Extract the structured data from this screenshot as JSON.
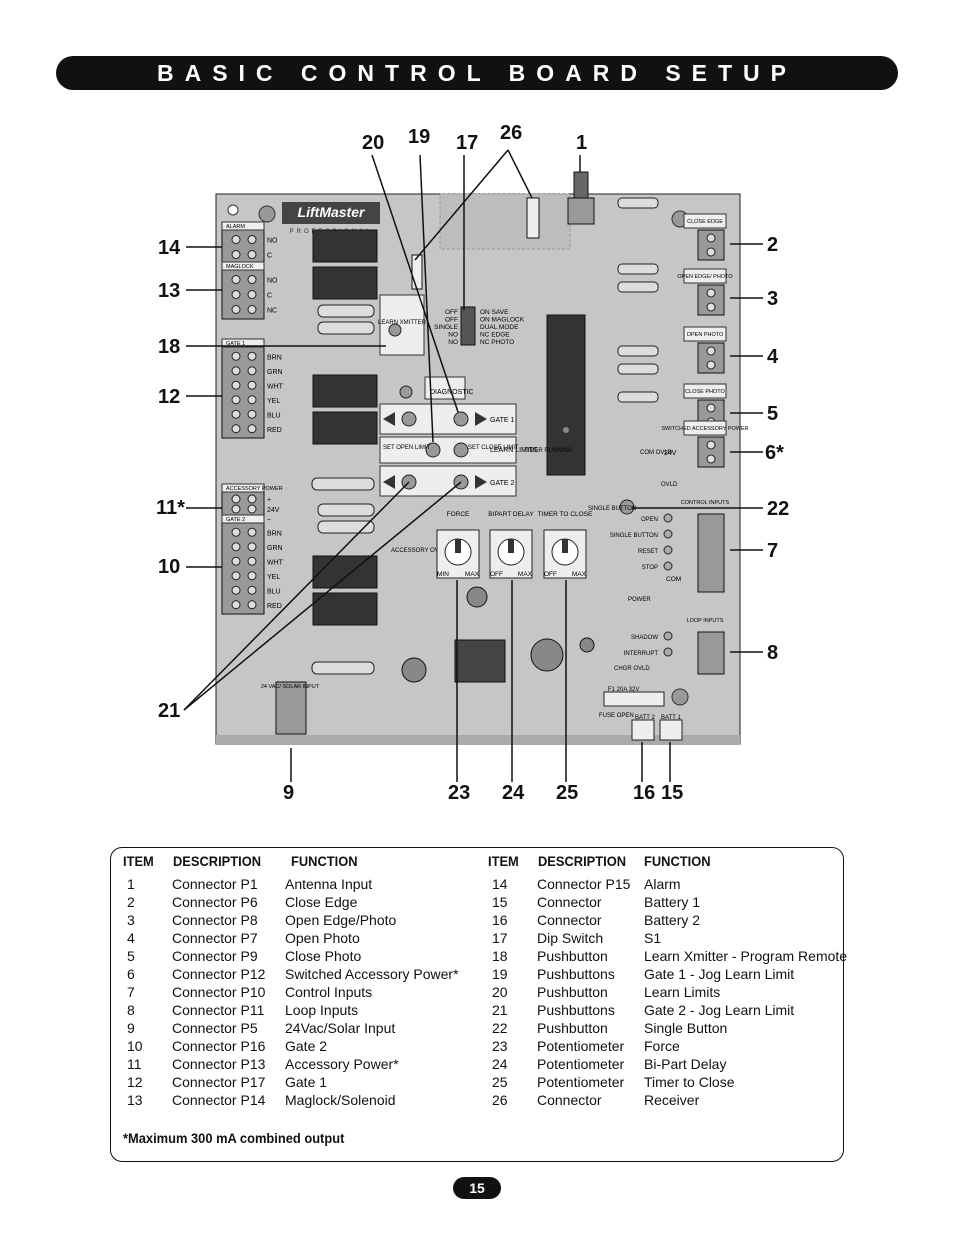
{
  "header": {
    "title": "BASIC CONTROL BOARD SETUP"
  },
  "board": {
    "brand": "LiftMaster",
    "brand_sub": "PROFESSIONAL",
    "left_groups": [
      {
        "title": "ALARM",
        "labels": [
          "NO",
          "C"
        ]
      },
      {
        "title": "MAGLOCK",
        "labels": [
          "NO",
          "C",
          "NC"
        ]
      },
      {
        "title": "GATE 1",
        "labels": [
          "BRN",
          "GRN",
          "WHT",
          "YEL",
          "BLU",
          "RED"
        ]
      },
      {
        "title": "ACCESSORY POWER",
        "labels": [
          "+",
          "24V",
          "−"
        ]
      },
      {
        "title": "GATE 2",
        "labels": [
          "BRN",
          "GRN",
          "WHT",
          "YEL",
          "BLU",
          "RED"
        ]
      }
    ],
    "right_connectors": [
      "CLOSE EDGE",
      "OPEN EDGE/ PHOTO",
      "OPEN PHOTO",
      "CLOSE PHOTO",
      "SWITCHED ACCESSORY POWER"
    ],
    "right_24v": "24V",
    "control_inputs_title": "CONTROL INPUTS",
    "control_inputs": [
      "OPEN",
      "SINGLE BUTTON",
      "RESET",
      "STOP"
    ],
    "com_label": "COM",
    "loop_inputs_title": "LOOP INPUTS",
    "loop_inputs": [
      "SHADOW",
      "INTERRUPT"
    ],
    "dip_switch": {
      "left": [
        "OFF",
        "OFF",
        "SINGLE",
        "NO",
        "NO"
      ],
      "right": [
        "ON   SAVE",
        "ON   MAGLOCK",
        "DUAL MODE",
        "NC   EDGE",
        "NC   PHOTO"
      ]
    },
    "buttons": {
      "learn_xmitter": "LEARN XMITTER",
      "diagnostic": "DIAGNOSTIC",
      "gate1": "GATE 1",
      "set_open": "SET OPEN LIMIT",
      "set_close": "SET CLOSE LIMIT",
      "learn_limits": "LEARN LIMITS",
      "gate2": "GATE 2",
      "timer_running": "TIMER RUNNING",
      "single_button": "SINGLE BUTTON",
      "accessory_ovld": "ACCESSORY OVLD",
      "com_ovld": "COM OVLD",
      "ovld": "OVLD",
      "power": "POWER",
      "chgr_ovld": "CHGR OVLD",
      "fuse_open": "FUSE OPEN"
    },
    "pots": [
      {
        "title": "FORCE",
        "min": "MIN",
        "max": "MAX"
      },
      {
        "title": "BIPART DELAY",
        "min": "OFF",
        "max": "MAX"
      },
      {
        "title": "TIMER TO CLOSE",
        "min": "OFF",
        "max": "MAX"
      }
    ],
    "solar_input": "24 VAC/ SOLAR INPUT",
    "fuse": "F1  20A 32V",
    "batt1": "BATT 1",
    "batt2": "BATT 2"
  },
  "callouts": [
    "20",
    "19",
    "17",
    "26",
    "1",
    "14",
    "13",
    "18",
    "12",
    "11*",
    "10",
    "21",
    "2",
    "3",
    "4",
    "5",
    "6*",
    "22",
    "7",
    "8",
    "9",
    "23",
    "24",
    "25",
    "16",
    "15"
  ],
  "table": {
    "headers": [
      "ITEM",
      "DESCRIPTION",
      "FUNCTION"
    ],
    "left": [
      [
        "1",
        "Connector P1",
        "Antenna Input"
      ],
      [
        "2",
        "Connector P6",
        "Close Edge"
      ],
      [
        "3",
        "Connector P8",
        "Open Edge/Photo"
      ],
      [
        "4",
        "Connector P7",
        "Open Photo"
      ],
      [
        "5",
        "Connector P9",
        "Close Photo"
      ],
      [
        "6",
        "Connector P12",
        "Switched Accessory Power*"
      ],
      [
        "7",
        "Connector P10",
        "Control Inputs"
      ],
      [
        "8",
        "Connector P11",
        "Loop Inputs"
      ],
      [
        "9",
        "Connector P5",
        "24Vac/Solar Input"
      ],
      [
        "10",
        "Connector P16",
        "Gate 2"
      ],
      [
        "11",
        "Connector P13",
        "Accessory Power*"
      ],
      [
        "12",
        "Connector P17",
        "Gate 1"
      ],
      [
        "13",
        "Connector P14",
        "Maglock/Solenoid"
      ]
    ],
    "right": [
      [
        "14",
        "Connector P15",
        "Alarm"
      ],
      [
        "15",
        "Connector",
        "Battery 1"
      ],
      [
        "16",
        "Connector",
        "Battery 2"
      ],
      [
        "17",
        "Dip Switch",
        "S1"
      ],
      [
        "18",
        "Pushbutton",
        "Learn Xmitter - Program Remote"
      ],
      [
        "19",
        "Pushbuttons",
        "Gate 1 - Jog Learn Limit"
      ],
      [
        "20",
        "Pushbutton",
        "Learn Limits"
      ],
      [
        "21",
        "Pushbuttons",
        "Gate 2 - Jog Learn Limit"
      ],
      [
        "22",
        "Pushbutton",
        "Single Button"
      ],
      [
        "23",
        "Potentiometer",
        "Force"
      ],
      [
        "24",
        "Potentiometer",
        "Bi-Part Delay"
      ],
      [
        "25",
        "Potentiometer",
        "Timer to Close"
      ],
      [
        "26",
        "Connector",
        "Receiver"
      ]
    ],
    "footnote": "*Maximum 300 mA combined output"
  },
  "page_number": "15"
}
